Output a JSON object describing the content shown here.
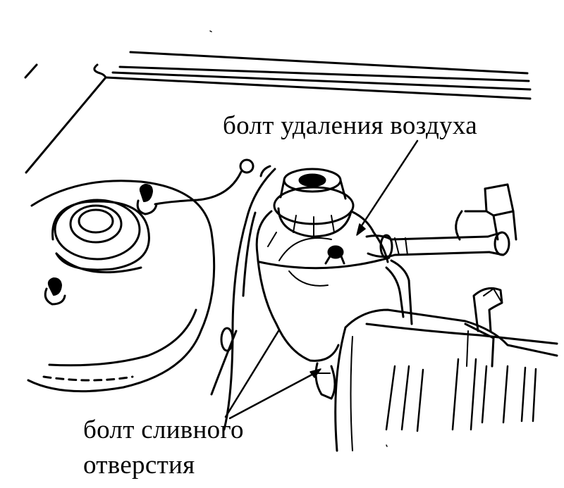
{
  "labels": {
    "air_bleed_bolt": "болт удаления воздуха",
    "drain_bolt_line1": "болт сливного",
    "drain_bolt_line2": "отверстия"
  },
  "colors": {
    "ink": "#000000",
    "paper": "#ffffff"
  }
}
